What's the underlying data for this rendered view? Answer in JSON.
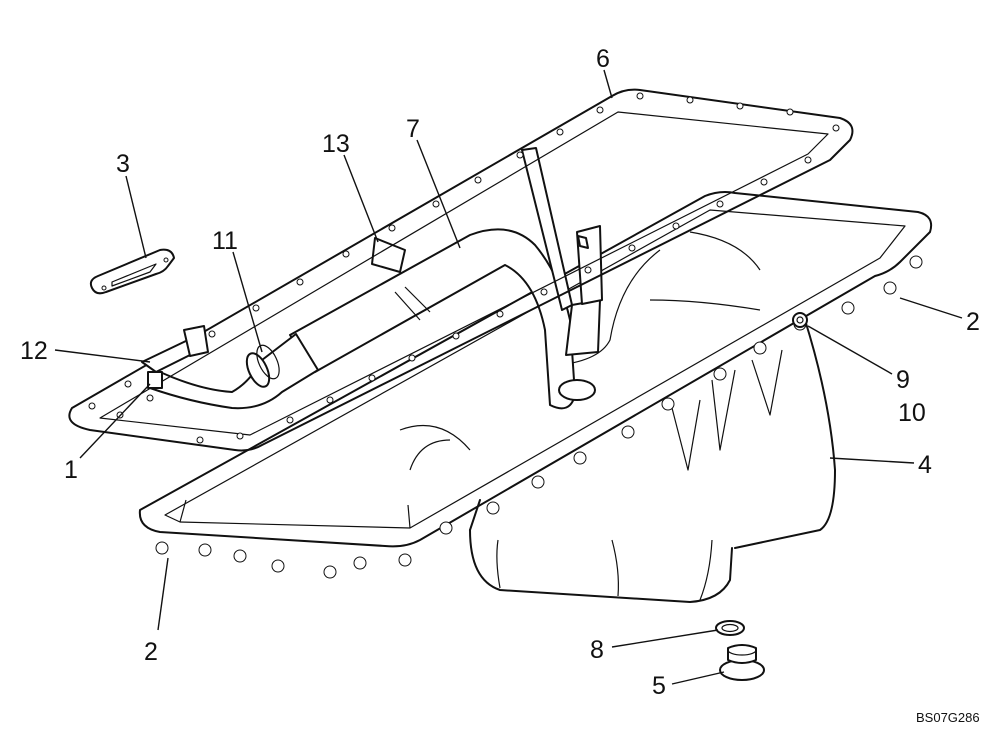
{
  "drawing_code": "BS07G286",
  "callouts": {
    "c1": "1",
    "c2a": "2",
    "c2b": "2",
    "c3": "3",
    "c4": "4",
    "c5": "5",
    "c6": "6",
    "c7": "7",
    "c8": "8",
    "c9": "9",
    "c10": "10",
    "c11": "11",
    "c12": "12",
    "c13": "13"
  }
}
